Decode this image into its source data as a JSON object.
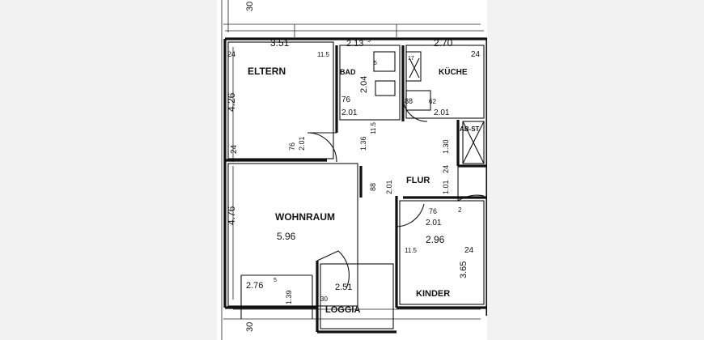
{
  "rooms": {
    "eltern": "ELTERN",
    "bad": "BAD",
    "kueche": "KÜCHE",
    "abst": "AB-ST",
    "flur": "FLUR",
    "wohnraum": "WOHNRAUM",
    "kinder": "KINDER",
    "loggia": "LOGGIA"
  },
  "dims": {
    "d_top_30": "30",
    "d_bottom_30": "30",
    "d_eltern_width": "3.51",
    "d_bad_width": "2.13",
    "d_bad_width_sup": "5",
    "d_kueche_width": "2.70",
    "d_24_kueche": "24",
    "d_24_eltern_corner": "24",
    "d_11_5": "11.5",
    "d_11_5_b": "11.5",
    "d_eltern_height": "4.26",
    "d_bad_height": "2.04",
    "d_bad_height_sup": "5",
    "d_76_bad": "76",
    "d_201_bad": "2.01",
    "d_88": "88",
    "d_201_kueche": "2.01",
    "d_62": "62",
    "d_24_left": "24",
    "d_76_eltern_door": "76",
    "d_201_eltern_door": "2.01",
    "d_136": "1.36",
    "d_115": "11.5",
    "d_130": "1.30",
    "d_24_flur": "24",
    "d_101": "1.01",
    "d_88_flur": "88",
    "d_201_flur": "2.01",
    "d_wohn_height": "4.76",
    "d_wohn_width": "5.96",
    "d_76_kinder": "76",
    "d_201_kinder": "2.01",
    "d_kinder_width": "2.96",
    "d_kinder_height": "3.65",
    "d_24_kinder": "24",
    "d_115_kinder": "11.5",
    "d_loggia_left": "2.76",
    "d_loggia_left_sup": "5",
    "d_loggia_width": "2.51",
    "d_139": "1.39",
    "d_30_loggia": "30",
    "d_2": "2",
    "d_17": "17"
  }
}
